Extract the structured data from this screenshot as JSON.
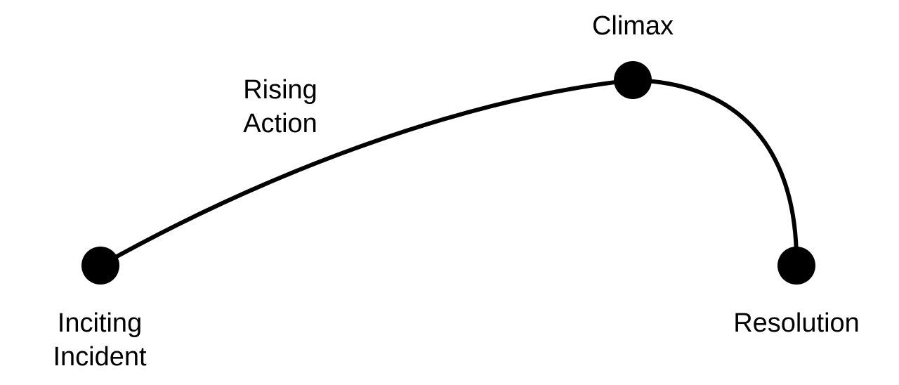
{
  "diagram": {
    "points": {
      "inciting": {
        "lines": [
          "Inciting",
          "Incident"
        ]
      },
      "climax": {
        "lines": [
          "Climax"
        ]
      },
      "resolution": {
        "lines": [
          "Resolution"
        ]
      }
    },
    "segments": {
      "rising": {
        "lines": [
          "Rising",
          "Action"
        ]
      }
    },
    "colors": {
      "stroke": "#000000",
      "node": "#000000",
      "background": "#ffffff"
    }
  }
}
